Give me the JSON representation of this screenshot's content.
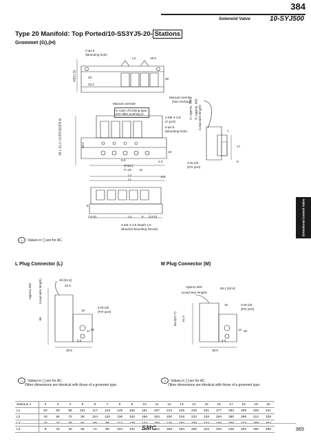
{
  "header": {
    "page_number_top": "384",
    "product_label": "Solenoid Valve",
    "series": "10-SYJ500"
  },
  "title": {
    "prefix": "Type 20 Manifold: Top Ported/10-SS3YJ5-20-",
    "boxed": "Stations"
  },
  "subtitle": "Grommet (G),(H)",
  "main_drawing": {
    "labels": {
      "hole_2x": "2-φ4.5",
      "mounting_hole": "(Mounting hole)",
      "l3": "L3",
      "d_19_5": "19.5",
      "manual_override_nonlocking": "Manual override",
      "non_locking": "(Non-locking)",
      "manual_override": "Manual override",
      "locking_note_1": "In case of locking type,",
      "locking_note_2": "turn after pushing in.",
      "m5_a": "n-M5 X 0.8",
      "a_port": "(A port)",
      "hole_2x_b": "2-φ4.5",
      "mounting_hole_b": "(Mounting hole)",
      "g_approx": "G: Approx. 300",
      "h_approx": "H: Approx. 600",
      "lead_wire": "(Lead wire length)",
      "rc18": "4-Rc1/8",
      "p_port": "(P,R port)",
      "pitch": "(Pitch)",
      "p16": "P=16",
      "d13": "13",
      "l2": "L2",
      "l1": "L1",
      "d6_5": "6.5",
      "d7": "7",
      "d17": "17",
      "d6": "6",
      "m3": "4-M3 X 0.5 Depth 4.5",
      "bracket": "(Bracket Mounting thread)",
      "dim_14_5": "(14.5)",
      "l4": "L4",
      "dim_8": "8",
      "dim_14_5b": "(14.5)",
      "left_dim_1": "45[51.5]",
      "left_dim_2": "98.1 (G,Z: (G)58.5[G]78.6)",
      "d33_2": "33.2",
      "d28": "28",
      "d23_2": "23.2",
      "d38": "38",
      "d16": "16",
      "d2_3": "2.3",
      "d5_8": "5.8",
      "d6_t": "6"
    }
  },
  "note_main": "Values in [ ] are for AC.",
  "side_tab": "Directional Control Valve",
  "l_plug": {
    "title": "L Plug Connector (L)",
    "labels": {
      "d45": "45 [51.5]",
      "d32_6": "32.6",
      "approx": "Approx.300",
      "lead": "(Lead wire length)",
      "d66": "66",
      "d15": "15",
      "rc18": "4-Rc1/8",
      "p_port": "(P,R port)",
      "d17": "17",
      "d30": "30",
      "d6_5": "6.5",
      "d38_5": "38.5"
    },
    "note1": "Values in [ ] are for AC.",
    "note2": "Other dimensions are identical with those of a grommet type."
  },
  "m_plug": {
    "title": "M Plug Connector (M)",
    "labels": {
      "approx": "Approx.300",
      "d56_1": "56.1 [62.6]",
      "lead": "(Lead wire length)",
      "d15": "15",
      "rc18": "4-Rc1/8",
      "p_port": "(P,R port)",
      "d56_6": "56.4(57.7)",
      "d52_4": "52.4",
      "d12": "12",
      "d30": "30",
      "d6_5": "6.5",
      "d38_5": "38.5"
    },
    "note1": "Values in [ ] are for AC.",
    "note2": "Other dimensions are identical with those of a grommet type."
  },
  "table": {
    "rows": [
      {
        "label": "Stations n",
        "values": [
          "2",
          "3",
          "4",
          "5",
          "6",
          "7",
          "8",
          "9",
          "10",
          "11",
          "12",
          "13",
          "14",
          "15",
          "16",
          "17",
          "18",
          "19",
          "20"
        ]
      },
      {
        "label": "L1",
        "values": [
          "53",
          "69",
          "85",
          "101",
          "117",
          "133",
          "149",
          "165",
          "181",
          "197",
          "213",
          "229",
          "245",
          "261",
          "277",
          "293",
          "309",
          "325",
          "341"
        ]
      },
      {
        "label": "L2",
        "values": [
          "40",
          "56",
          "72",
          "88",
          "104",
          "120",
          "136",
          "152",
          "168",
          "184",
          "200",
          "216",
          "232",
          "248",
          "264",
          "280",
          "296",
          "312",
          "328"
        ]
      },
      {
        "label": "L3",
        "values": [
          "16",
          "32",
          "48",
          "64",
          "80",
          "96",
          "112",
          "128",
          "144",
          "160",
          "176",
          "192",
          "208",
          "224",
          "240",
          "256",
          "272",
          "288",
          "304"
        ]
      },
      {
        "label": "L4",
        "values": [
          "8",
          "24",
          "40",
          "56",
          "72",
          "88",
          "104",
          "120",
          "136",
          "152",
          "168",
          "184",
          "200",
          "216",
          "232",
          "248",
          "264",
          "280",
          "296"
        ]
      }
    ]
  },
  "footer": {
    "brand": "SMC",
    "page_number": "365"
  }
}
